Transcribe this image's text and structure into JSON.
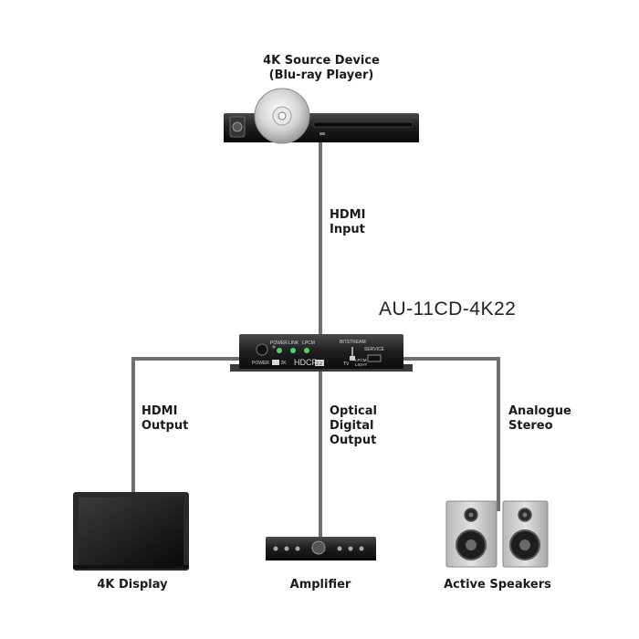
{
  "source": {
    "title_line1": "4K Source Device",
    "title_line2": "(Blu-ray Player)"
  },
  "connections": {
    "hdmi_input": [
      "HDMI",
      "Input"
    ],
    "hdmi_output": [
      "HDMI",
      "Output"
    ],
    "optical_output": [
      "Optical",
      "Digital",
      "Output"
    ],
    "analogue": [
      "Analogue",
      "Stereo"
    ]
  },
  "device": {
    "model": "AU-11CD-4K22",
    "leds": [
      "POWER",
      "LINK",
      "LPCM"
    ],
    "switch_label": "BITSTREAM",
    "service_label": "SERVICE",
    "power_label": "POWER",
    "resolution_badge": "4K 2K",
    "hdcp_label": "HDCP",
    "hdcp_version": "2.2",
    "tv_label": "TV",
    "lpcm_light": [
      "LPCM",
      "LIGHT"
    ]
  },
  "endpoints": {
    "display": "4K Display",
    "amplifier": "Amplifier",
    "speakers": "Active Speakers"
  },
  "colors": {
    "cable": "#7a7a7a",
    "device_body": "#2b2b2b"
  }
}
